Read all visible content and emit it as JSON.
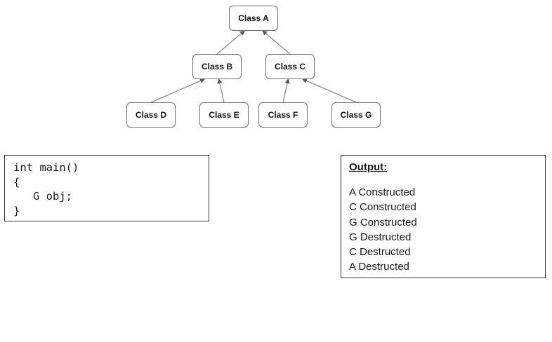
{
  "diagram": {
    "nodes": [
      {
        "id": "A",
        "label": "Class A"
      },
      {
        "id": "B",
        "label": "Class B"
      },
      {
        "id": "C",
        "label": "Class C"
      },
      {
        "id": "D",
        "label": "Class D"
      },
      {
        "id": "E",
        "label": "Class E"
      },
      {
        "id": "F",
        "label": "Class F"
      },
      {
        "id": "G",
        "label": "Class G"
      }
    ],
    "edges": [
      {
        "from": "B",
        "to": "A"
      },
      {
        "from": "C",
        "to": "A"
      },
      {
        "from": "D",
        "to": "B"
      },
      {
        "from": "E",
        "to": "B"
      },
      {
        "from": "F",
        "to": "C"
      },
      {
        "from": "G",
        "to": "C"
      }
    ],
    "colors": {
      "node_border": "#707070",
      "edge": "#707070"
    }
  },
  "code": {
    "lines": [
      "int main()",
      "{",
      "   G obj;",
      "}"
    ]
  },
  "output": {
    "title": "Output:",
    "lines": [
      "A Constructed",
      "C Constructed",
      "G Constructed",
      "G Destructed",
      "C Destructed",
      "A Destructed"
    ]
  }
}
